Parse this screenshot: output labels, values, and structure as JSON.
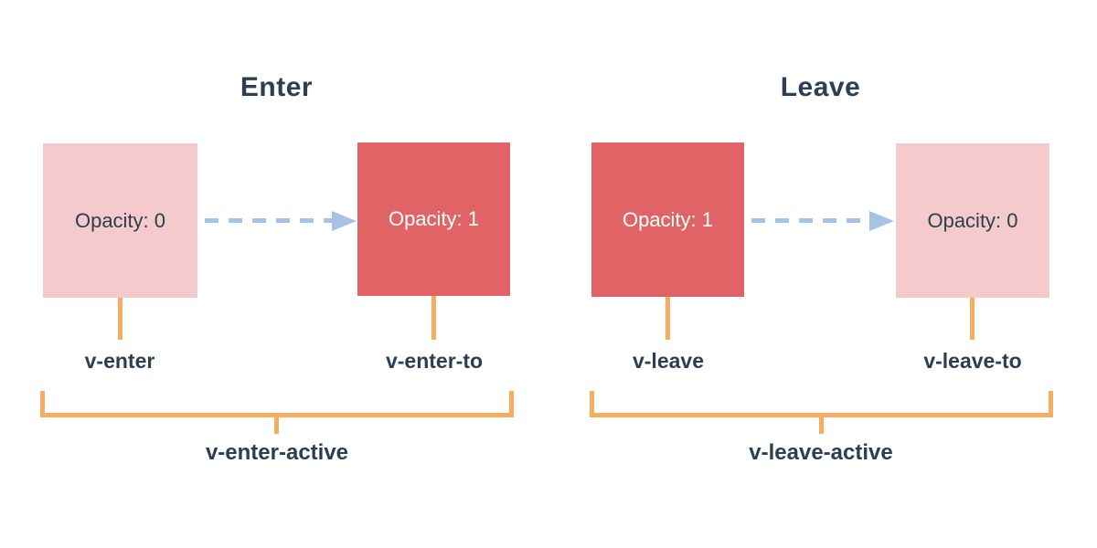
{
  "colors": {
    "background": "#ffffff",
    "text_dark": "#2c3e50",
    "text_light": "#ffffff",
    "box_faded": "#f4cacc",
    "box_solid": "#e06466",
    "arrow_blue": "#a6c3e4",
    "bracket_orange": "#f6ad62"
  },
  "sections": [
    {
      "title": "Enter",
      "from_box": {
        "label": "Opacity: 0",
        "style": "faded"
      },
      "to_box": {
        "label": "Opacity: 1",
        "style": "solid"
      },
      "from_class": "v-enter",
      "to_class": "v-enter-to",
      "active_class": "v-enter-active"
    },
    {
      "title": "Leave",
      "from_box": {
        "label": "Opacity: 1",
        "style": "solid"
      },
      "to_box": {
        "label": "Opacity: 0",
        "style": "faded"
      },
      "from_class": "v-leave",
      "to_class": "v-leave-to",
      "active_class": "v-leave-active"
    }
  ]
}
